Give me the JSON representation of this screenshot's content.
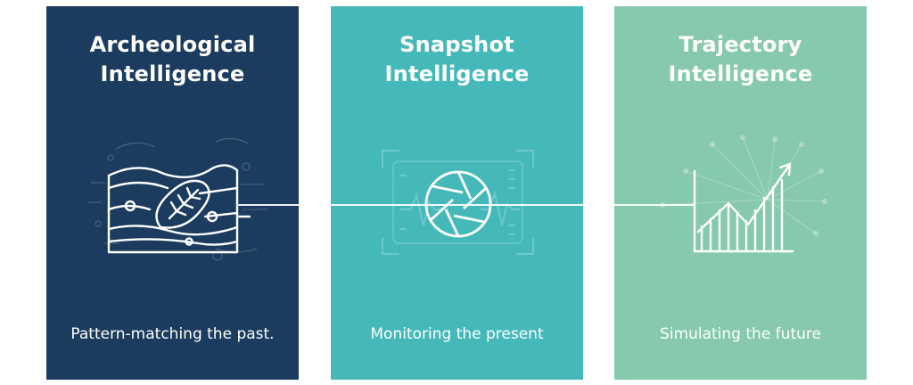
{
  "colors": {
    "panel_1_bg": "#1b3c5e",
    "panel_2_bg": "#45b9ba",
    "panel_3_bg": "#86c9ac",
    "text": "#ffffff",
    "connector": "#ffffff"
  },
  "panels": [
    {
      "title_line_1": "Archeological",
      "title_line_2": "Intelligence",
      "subtitle": "Pattern-matching the past.",
      "icon": "terrain-fossil-icon"
    },
    {
      "title_line_1": "Snapshot",
      "title_line_2": "Intelligence",
      "subtitle": "Monitoring the present",
      "icon": "camera-aperture-icon"
    },
    {
      "title_line_1": "Trajectory",
      "title_line_2": "Intelligence",
      "subtitle": "Simulating the future",
      "icon": "trend-chart-icon"
    }
  ]
}
